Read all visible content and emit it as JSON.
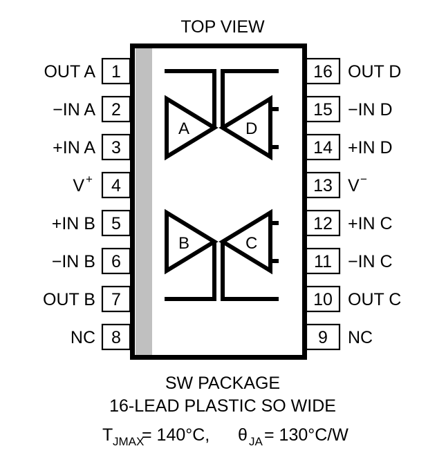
{
  "diagram": {
    "title": "TOP VIEW",
    "package_body": {
      "fill_color": "#ffffff",
      "stroke_color": "#000000",
      "notch_bar_color": "#c0c0c0"
    },
    "left_pins": [
      {
        "number": "1",
        "label": "OUT A"
      },
      {
        "number": "2",
        "label": "−IN A"
      },
      {
        "number": "3",
        "label": "+IN A"
      },
      {
        "number": "4",
        "label": "V",
        "sup": "+"
      },
      {
        "number": "5",
        "label": "+IN B"
      },
      {
        "number": "6",
        "label": "−IN B"
      },
      {
        "number": "7",
        "label": "OUT B"
      },
      {
        "number": "8",
        "label": "NC"
      }
    ],
    "right_pins": [
      {
        "number": "16",
        "label": "OUT D"
      },
      {
        "number": "15",
        "label": "−IN D"
      },
      {
        "number": "14",
        "label": "+IN D"
      },
      {
        "number": "13",
        "label": "V",
        "sup": "−"
      },
      {
        "number": "12",
        "label": "+IN C"
      },
      {
        "number": "11",
        "label": "−IN C"
      },
      {
        "number": "10",
        "label": "OUT C"
      },
      {
        "number": "9",
        "label": "NC"
      }
    ],
    "amplifiers": [
      {
        "id": "A",
        "label": "A",
        "position": "upper-left"
      },
      {
        "id": "D",
        "label": "D",
        "position": "upper-right"
      },
      {
        "id": "B",
        "label": "B",
        "position": "lower-left"
      },
      {
        "id": "C",
        "label": "C",
        "position": "lower-right"
      }
    ]
  },
  "captions": {
    "package_name": "SW PACKAGE",
    "package_desc": "16-LEAD PLASTIC SO WIDE",
    "thermal": {
      "t_symbol": "T",
      "t_sub": "JMAX",
      "t_value": " = 140°C, ",
      "theta_symbol": "θ",
      "theta_sub": "JA",
      "theta_value": " = 130°C/W"
    }
  }
}
